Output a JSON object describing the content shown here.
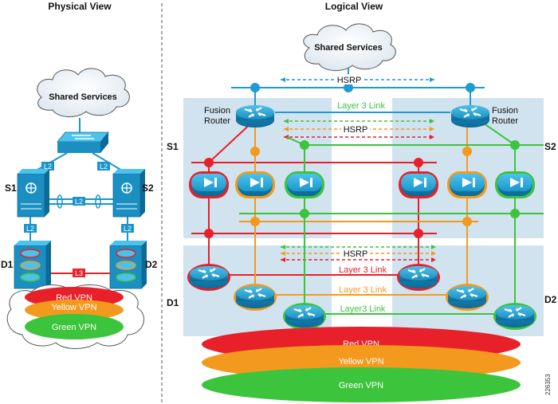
{
  "physical_view": {
    "heading": "Physical View",
    "cloud_label": "Shared Services",
    "switch_labels": {
      "left": "S1",
      "right": "S2"
    },
    "router_labels": {
      "left": "D1",
      "right": "D2"
    },
    "link_labels": {
      "top_left": "L2",
      "top_right": "L2",
      "middle": "L2",
      "left_down": "L2",
      "right_down": "L2",
      "bottom": "L3"
    },
    "vpns": [
      "Red VPN",
      "Yellow VPN",
      "Green VPN"
    ]
  },
  "logical_view": {
    "heading": "Logical View",
    "cloud_label": "Shared Services",
    "hsrp_label": "HSRP",
    "fusion_router_left": [
      "Fusion",
      "Router"
    ],
    "fusion_router_right": [
      "Fusion",
      "Router"
    ],
    "layer3_link_top": "Layer 3 Link",
    "side_labels": {
      "s1": "S1",
      "s2": "S2",
      "d1": "D1",
      "d2": "D2"
    },
    "layer3_links": [
      "Layer 3 Link",
      "Layer 3 Link",
      "Layer3 Link"
    ],
    "vpns": [
      "Red VPN",
      "Yellow VPN",
      "Green VPN"
    ]
  },
  "figure_number": "226353",
  "colors": {
    "red": "#e8202a",
    "orange": "#f39a1e",
    "green": "#3cc43c",
    "router_blue": "#1e9bd0",
    "panel": "#d1e3ee",
    "switch_blue": "#1b95c9"
  }
}
